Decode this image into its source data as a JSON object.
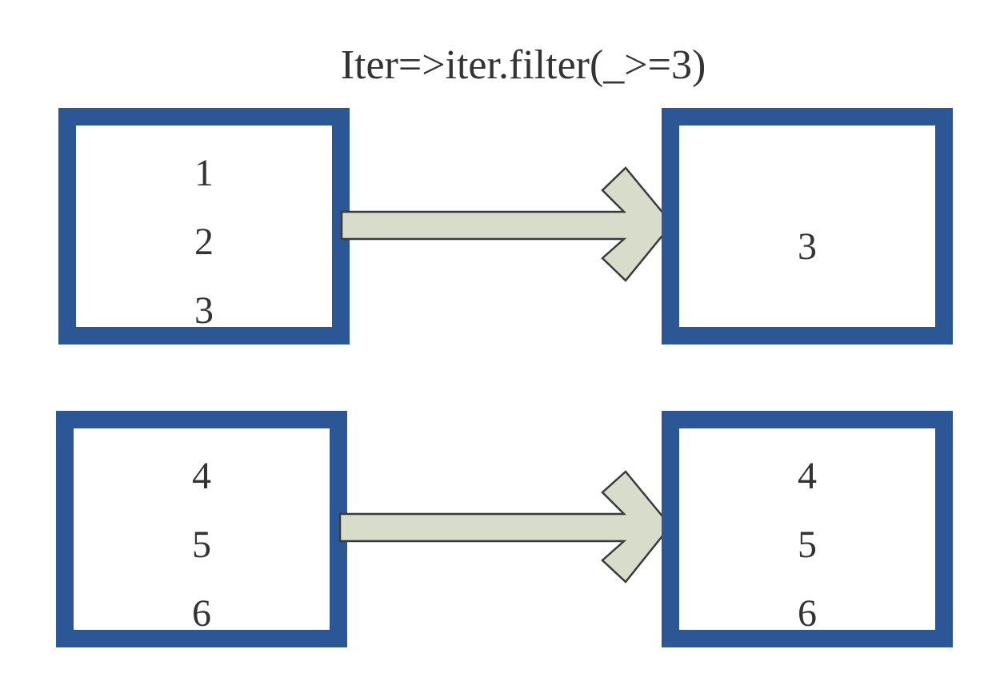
{
  "title": "Iter=>iter.filter(_>=3)",
  "colors": {
    "box_border": "#2b5797",
    "arrow_fill": "#d8dccb",
    "arrow_stroke": "#3a3a3a",
    "text": "#333333"
  },
  "rows": [
    {
      "input": [
        "1",
        "2",
        "3"
      ],
      "output": [
        "3"
      ]
    },
    {
      "input": [
        "4",
        "5",
        "6"
      ],
      "output": [
        "4",
        "5",
        "6"
      ]
    }
  ]
}
